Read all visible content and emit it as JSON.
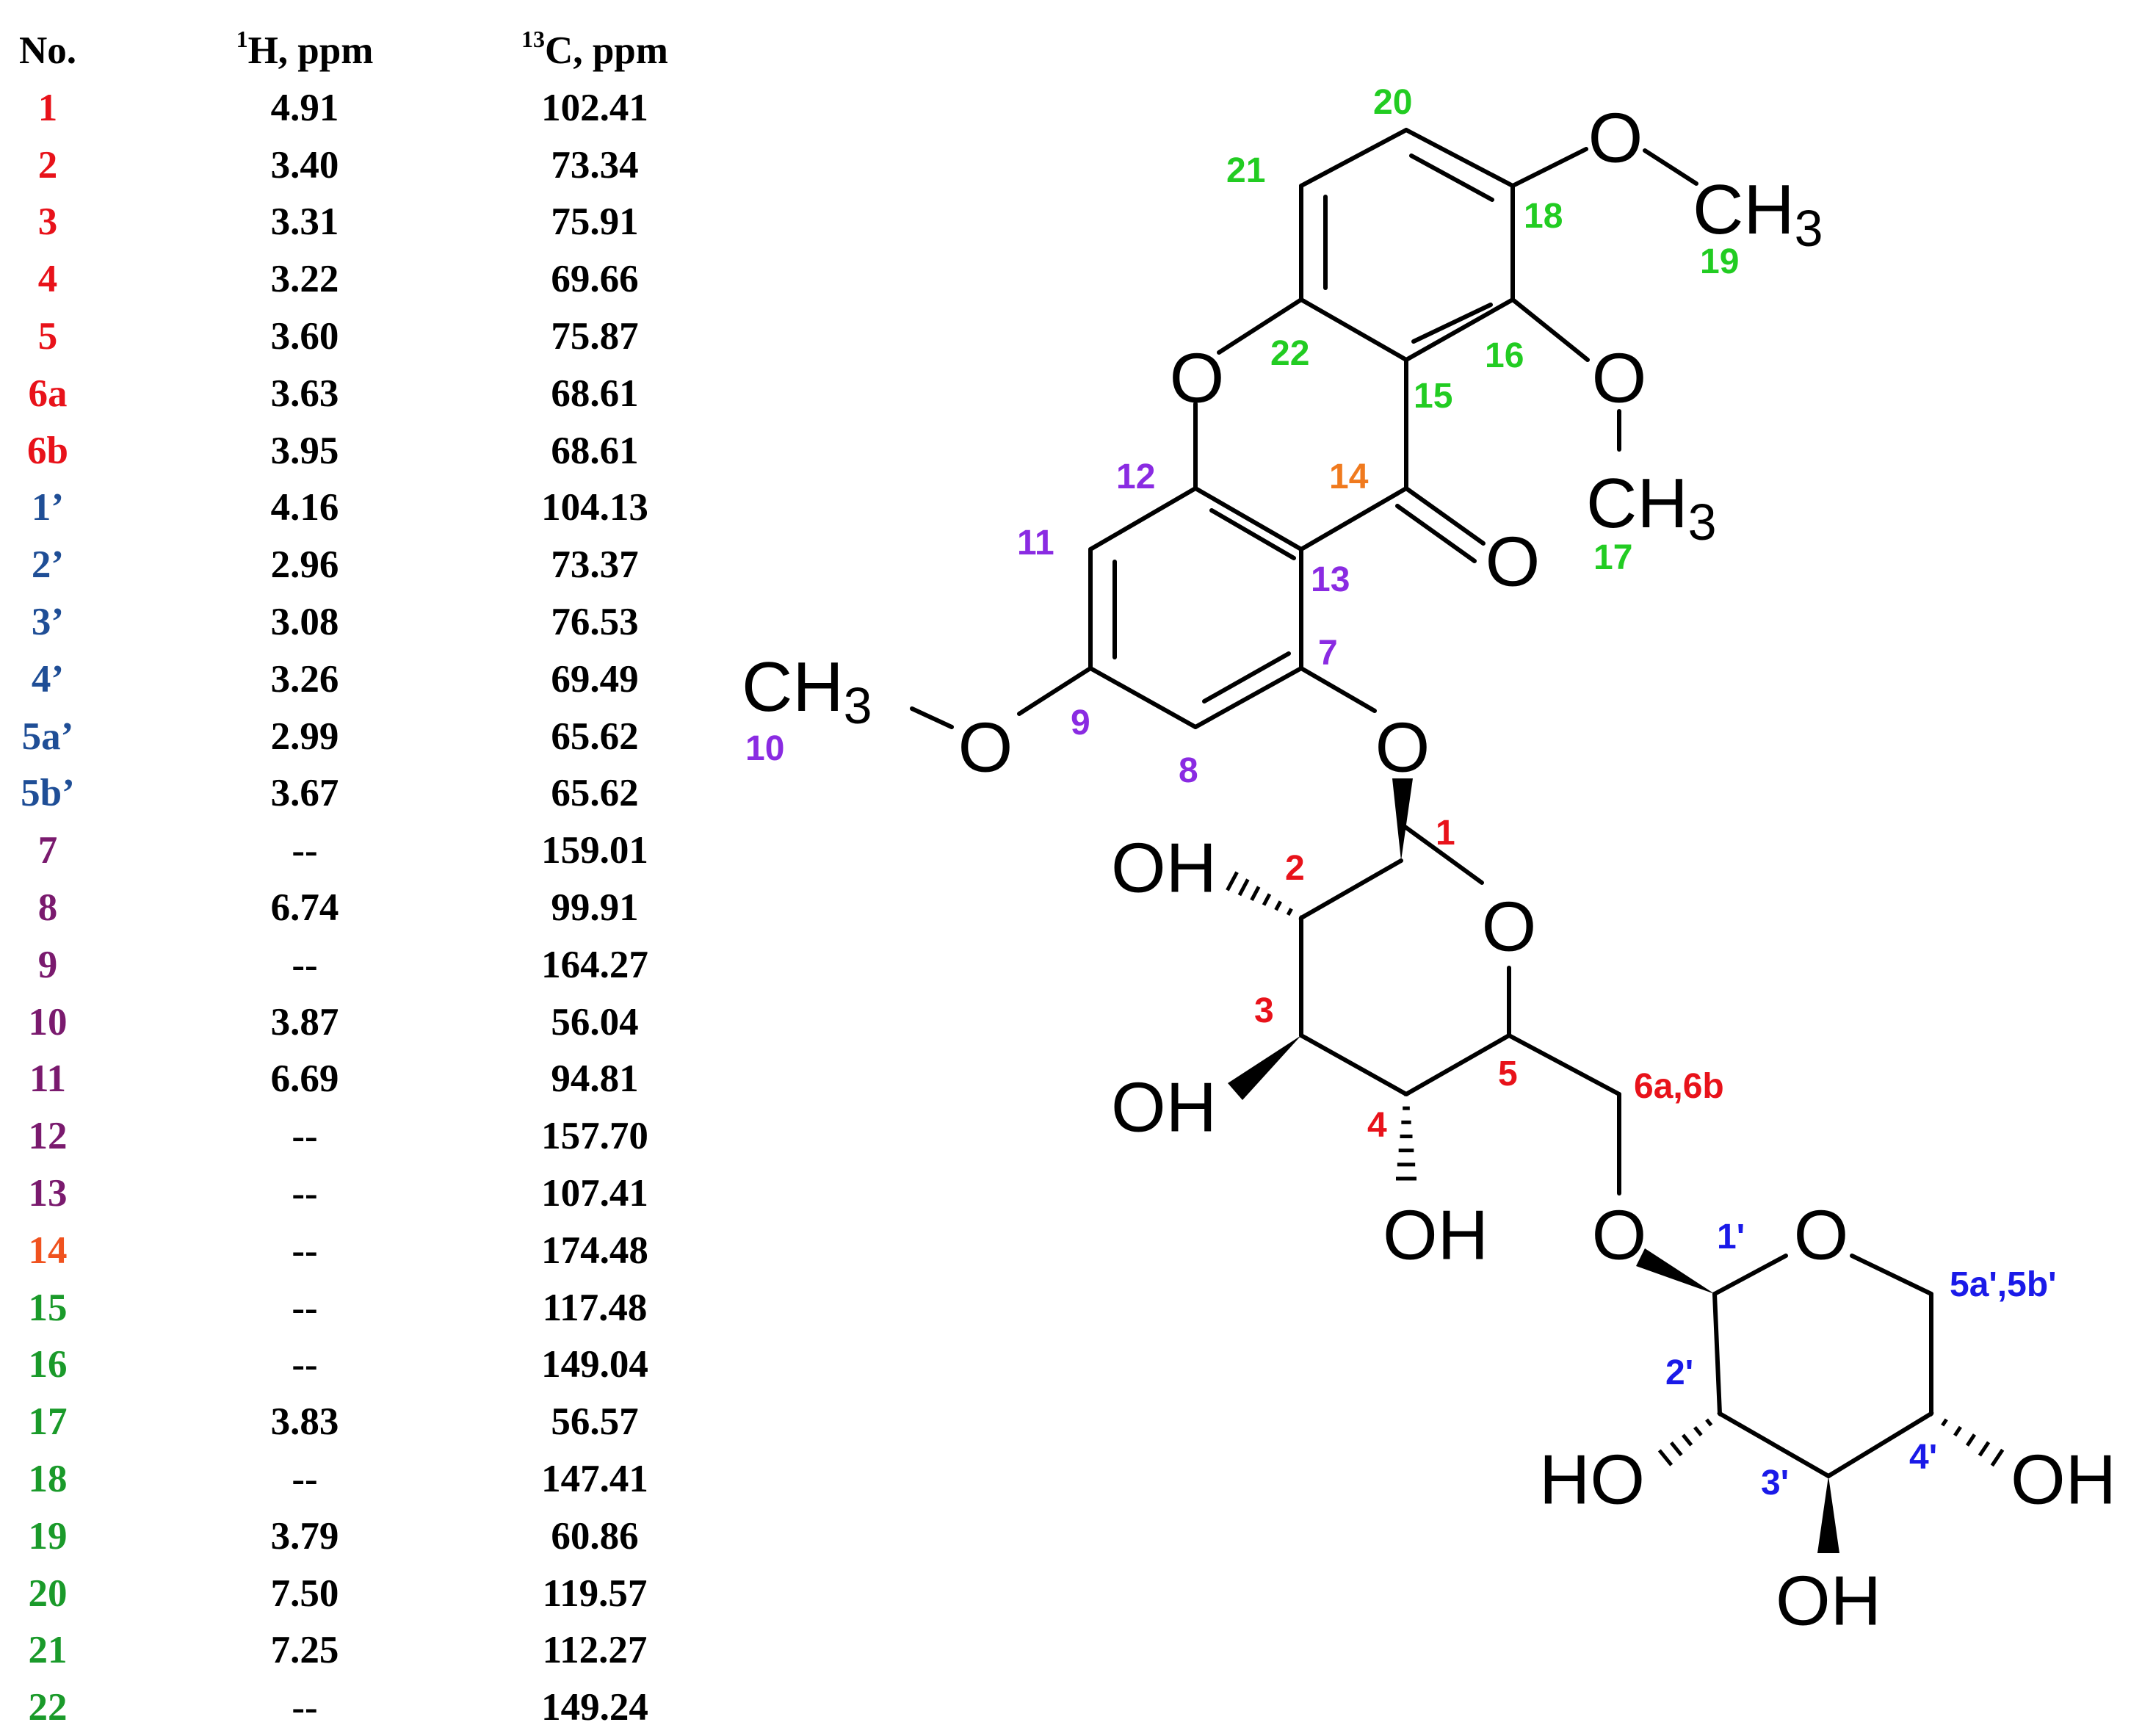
{
  "table": {
    "headers": {
      "no": "No.",
      "h_sup": "1",
      "h_label": "H, ppm",
      "c_sup": "13",
      "c_label": "C, ppm"
    },
    "rows": [
      {
        "no": "1",
        "h": "4.91",
        "c": "102.41",
        "color": "#e8121a"
      },
      {
        "no": "2",
        "h": "3.40",
        "c": "73.34",
        "color": "#e8121a"
      },
      {
        "no": "3",
        "h": "3.31",
        "c": "75.91",
        "color": "#e8121a"
      },
      {
        "no": "4",
        "h": "3.22",
        "c": "69.66",
        "color": "#e8121a"
      },
      {
        "no": "5",
        "h": "3.60",
        "c": "75.87",
        "color": "#e8121a"
      },
      {
        "no": "6a",
        "h": "3.63",
        "c": "68.61",
        "color": "#e8121a"
      },
      {
        "no": "6b",
        "h": "3.95",
        "c": "68.61",
        "color": "#e8121a"
      },
      {
        "no": "1’",
        "h": "4.16",
        "c": "104.13",
        "color": "#1f4e96"
      },
      {
        "no": "2’",
        "h": "2.96",
        "c": "73.37",
        "color": "#1f4e96"
      },
      {
        "no": "3’",
        "h": "3.08",
        "c": "76.53",
        "color": "#1f4e96"
      },
      {
        "no": "4’",
        "h": "3.26",
        "c": "69.49",
        "color": "#1f4e96"
      },
      {
        "no": "5a’",
        "h": "2.99",
        "c": "65.62",
        "color": "#1f4e96"
      },
      {
        "no": "5b’",
        "h": "3.67",
        "c": "65.62",
        "color": "#1f4e96"
      },
      {
        "no": "7",
        "h": "--",
        "c": "159.01",
        "color": "#7a1a6e"
      },
      {
        "no": "8",
        "h": "6.74",
        "c": "99.91",
        "color": "#7a1a6e"
      },
      {
        "no": "9",
        "h": "--",
        "c": "164.27",
        "color": "#7a1a6e"
      },
      {
        "no": "10",
        "h": "3.87",
        "c": "56.04",
        "color": "#7a1a6e"
      },
      {
        "no": "11",
        "h": "6.69",
        "c": "94.81",
        "color": "#7a1a6e"
      },
      {
        "no": "12",
        "h": "--",
        "c": "157.70",
        "color": "#7a1a6e"
      },
      {
        "no": "13",
        "h": "--",
        "c": "107.41",
        "color": "#7a1a6e"
      },
      {
        "no": "14",
        "h": "--",
        "c": "174.48",
        "color": "#f0521e"
      },
      {
        "no": "15",
        "h": "--",
        "c": "117.48",
        "color": "#1a9a2a"
      },
      {
        "no": "16",
        "h": "--",
        "c": "149.04",
        "color": "#1a9a2a"
      },
      {
        "no": "17",
        "h": "3.83",
        "c": "56.57",
        "color": "#1a9a2a"
      },
      {
        "no": "18",
        "h": "--",
        "c": "147.41",
        "color": "#1a9a2a"
      },
      {
        "no": "19",
        "h": "3.79",
        "c": "60.86",
        "color": "#1a9a2a"
      },
      {
        "no": "20",
        "h": "7.50",
        "c": "119.57",
        "color": "#1a9a2a"
      },
      {
        "no": "21",
        "h": "7.25",
        "c": "112.27",
        "color": "#1a9a2a"
      },
      {
        "no": "22",
        "h": "--",
        "c": "149.24",
        "color": "#1a9a2a"
      }
    ]
  },
  "structure": {
    "atoms": {
      "o_ring_xanthone": "O",
      "o_carbonyl": "O",
      "o_18": "O",
      "ch3_19": "CH",
      "ch3_19_sub": "3",
      "o_16": "O",
      "ch3_17": "CH",
      "ch3_17_sub": "3",
      "ch3_10": "CH",
      "ch3_10_sub": "3",
      "o_9": "O",
      "o_7": "O",
      "oh_2": "OH",
      "o_ring_glc": "O",
      "oh_3": "OH",
      "oh_4": "OH",
      "o_6": "O",
      "o_ring_xyl": "O",
      "ho_2p": "HO",
      "oh_3p": "OH",
      "oh_4p": "OH"
    },
    "labels": {
      "n1": "1",
      "n2": "2",
      "n3": "3",
      "n4": "4",
      "n5": "5",
      "n6": "6a,6b",
      "n1p": "1'",
      "n2p": "2'",
      "n3p": "3'",
      "n4p": "4'",
      "n5p": "5a',5b'",
      "n7": "7",
      "n8": "8",
      "n9": "9",
      "n10": "10",
      "n11": "11",
      "n12": "12",
      "n13": "13",
      "n14": "14",
      "n15": "15",
      "n16": "16",
      "n17": "17",
      "n18": "18",
      "n19": "19",
      "n20": "20",
      "n21": "21",
      "n22": "22"
    },
    "colors": {
      "glucose": "#e8121a",
      "xylose": "#1a1ae8",
      "ring_a": "#8a2be2",
      "carbonyl": "#f07a1e",
      "ring_c": "#22cc22",
      "bond": "#000000"
    }
  }
}
